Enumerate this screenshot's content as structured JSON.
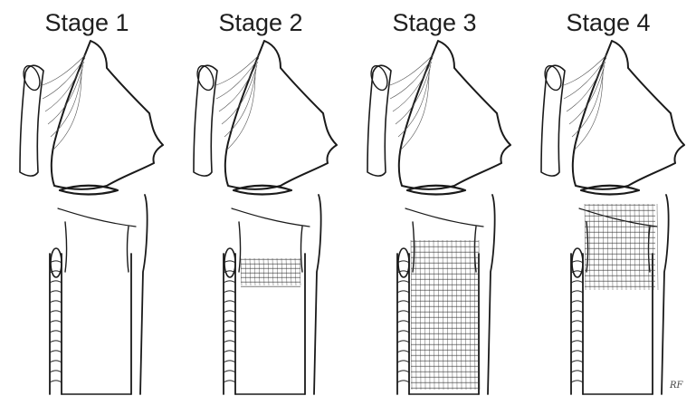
{
  "figure": {
    "stages": [
      {
        "label": "Stage 1",
        "stenosis_level": 1
      },
      {
        "label": "Stage 2",
        "stenosis_level": 2
      },
      {
        "label": "Stage 3",
        "stenosis_level": 3
      },
      {
        "label": "Stage 4",
        "stenosis_level": 4
      }
    ],
    "signature": "RF"
  }
}
